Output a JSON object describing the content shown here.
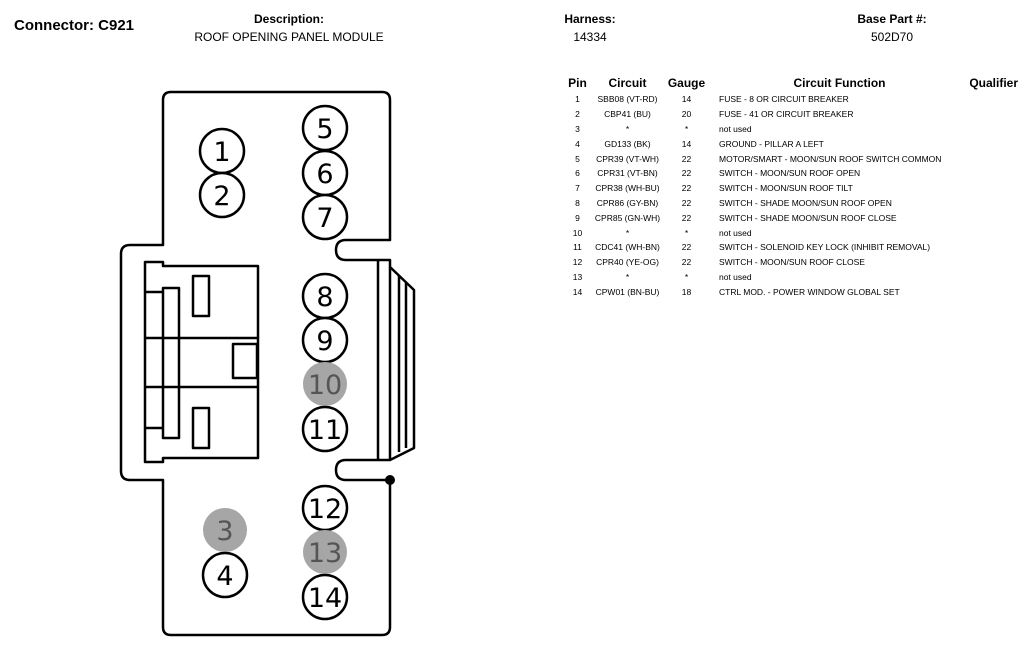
{
  "header": {
    "connector_title": "Connector: C921",
    "description_label": "Description:",
    "description_value": "ROOF OPENING PANEL MODULE",
    "harness_label": "Harness:",
    "harness_value": "14334",
    "base_part_label": "Base Part #:",
    "base_part_value": "502D70"
  },
  "connector_pins": [
    {
      "label": "1",
      "used": true
    },
    {
      "label": "2",
      "used": true
    },
    {
      "label": "3",
      "used": false
    },
    {
      "label": "4",
      "used": true
    },
    {
      "label": "5",
      "used": true
    },
    {
      "label": "6",
      "used": true
    },
    {
      "label": "7",
      "used": true
    },
    {
      "label": "8",
      "used": true
    },
    {
      "label": "9",
      "used": true
    },
    {
      "label": "10",
      "used": false
    },
    {
      "label": "11",
      "used": true
    },
    {
      "label": "12",
      "used": true
    },
    {
      "label": "13",
      "used": false
    },
    {
      "label": "14",
      "used": true
    }
  ],
  "colors": {
    "used_pin_fill": "#ffffff",
    "unused_pin_fill": "#a6a6a6",
    "unused_pin_text": "#555555"
  },
  "table": {
    "headers": [
      "Pin",
      "Circuit",
      "Gauge",
      "Circuit Function",
      "Qualifier"
    ],
    "rows": [
      [
        "1",
        "SBB08 (VT-RD)",
        "14",
        "FUSE - 8 OR CIRCUIT BREAKER",
        ""
      ],
      [
        "2",
        "CBP41 (BU)",
        "20",
        "FUSE - 41 OR CIRCUIT BREAKER",
        ""
      ],
      [
        "3",
        "*",
        "*",
        "not used",
        ""
      ],
      [
        "4",
        "GD133 (BK)",
        "14",
        "GROUND - PILLAR A LEFT",
        ""
      ],
      [
        "5",
        "CPR39 (VT-WH)",
        "22",
        "MOTOR/SMART - MOON/SUN ROOF SWITCH COMMON",
        ""
      ],
      [
        "6",
        "CPR31 (VT-BN)",
        "22",
        "SWITCH - MOON/SUN ROOF OPEN",
        ""
      ],
      [
        "7",
        "CPR38 (WH-BU)",
        "22",
        "SWITCH - MOON/SUN ROOF TILT",
        ""
      ],
      [
        "8",
        "CPR86 (GY-BN)",
        "22",
        "SWITCH - SHADE MOON/SUN ROOF OPEN",
        ""
      ],
      [
        "9",
        "CPR85 (GN-WH)",
        "22",
        "SWITCH - SHADE MOON/SUN ROOF CLOSE",
        ""
      ],
      [
        "10",
        "*",
        "*",
        "not used",
        ""
      ],
      [
        "11",
        "CDC41 (WH-BN)",
        "22",
        "SWITCH - SOLENOID KEY LOCK (INHIBIT REMOVAL)",
        ""
      ],
      [
        "12",
        "CPR40 (YE-OG)",
        "22",
        "SWITCH - MOON/SUN ROOF CLOSE",
        ""
      ],
      [
        "13",
        "*",
        "*",
        "not used",
        ""
      ],
      [
        "14",
        "CPW01 (BN-BU)",
        "18",
        "CTRL MOD. - POWER WINDOW GLOBAL SET",
        ""
      ]
    ]
  }
}
